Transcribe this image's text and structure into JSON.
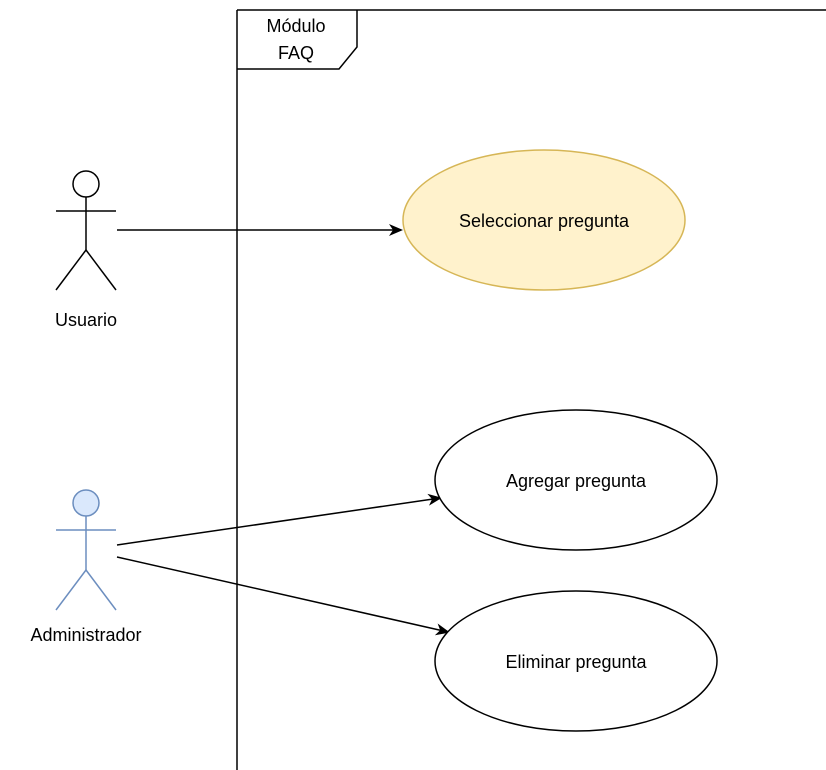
{
  "frame": {
    "title_line1": "Módulo",
    "title_line2": "FAQ"
  },
  "actors": {
    "user": {
      "label": "Usuario",
      "fill": "#ffffff",
      "stroke": "#000000"
    },
    "admin": {
      "label": "Administrador",
      "fill": "#dae8fc",
      "stroke": "#6c8ebf"
    }
  },
  "use_cases": {
    "select": {
      "label": "Seleccionar pregunta",
      "fill": "#fff2cc",
      "stroke": "#d6b656"
    },
    "add": {
      "label": "Agregar pregunta",
      "fill": "#ffffff",
      "stroke": "#000000"
    },
    "delete": {
      "label": "Eliminar pregunta",
      "fill": "#ffffff",
      "stroke": "#000000"
    }
  }
}
